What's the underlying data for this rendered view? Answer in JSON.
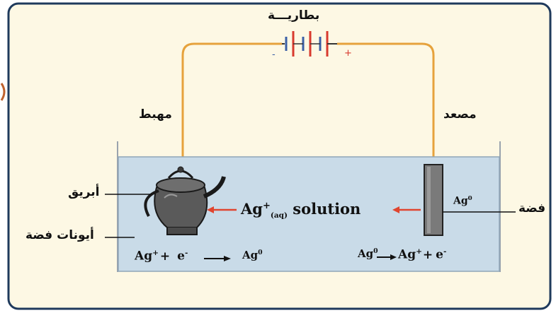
{
  "labels": {
    "battery": "بطاريـــة",
    "cathode": "مهبط",
    "anode": "مصعد",
    "kettle": "أبريق",
    "silver_ions": "أيونات فضة",
    "silver": "فضة",
    "minus": "-",
    "plus": "+"
  },
  "equations": {
    "solution_ion": "Ag",
    "solution_charge": "+",
    "solution_state": "(aq)",
    "solution_word": "solution",
    "rod_label_sym": "Ag",
    "rod_label_sup": "0",
    "cathode_eq": {
      "a": "Ag",
      "a_sup": "+",
      "plus": "+",
      "e": "e",
      "e_sup": "-",
      "b": "Ag",
      "b_sup": "0"
    },
    "anode_eq": {
      "a": "Ag",
      "a_sup": "0",
      "b": "Ag",
      "b_sup": "+",
      "plus": "+",
      "e": "e",
      "e_sup": "-"
    }
  },
  "colors": {
    "frame": "#1f3a5c",
    "panel": "#fdf8e4",
    "wire": "#e6a23c",
    "solution": "#c9dbe8",
    "arrow": "#e0452f",
    "rod": "#7a7a7a"
  }
}
